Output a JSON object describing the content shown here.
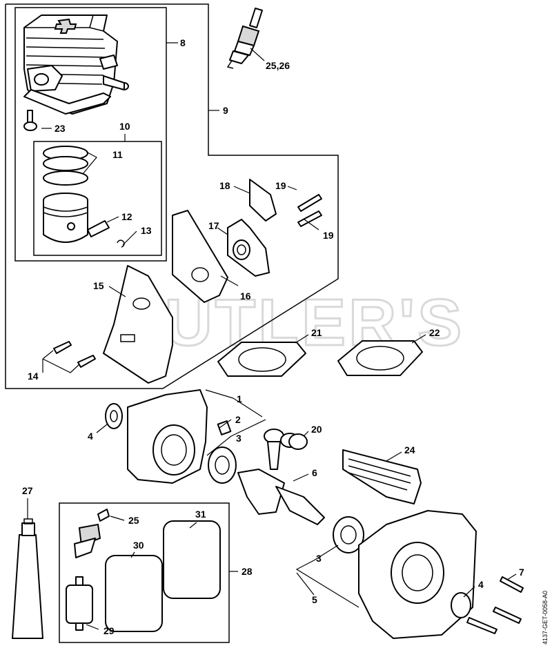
{
  "watermark": "CUTLER'S",
  "drawing_code": "4137-GET-0058-A0",
  "callouts": {
    "c1": "1",
    "c2": "2",
    "c3a": "3",
    "c3b": "3",
    "c4a": "4",
    "c4b": "4",
    "c5": "5",
    "c6": "6",
    "c7": "7",
    "c8": "8",
    "c9": "9",
    "c10": "10",
    "c11": "11",
    "c12": "12",
    "c13": "13",
    "c14": "14",
    "c15": "15",
    "c16": "16",
    "c17": "17",
    "c18": "18",
    "c19a": "19",
    "c19b": "19",
    "c20": "20",
    "c21": "21",
    "c22": "22",
    "c23": "23",
    "c24": "24",
    "c25a": "25,26",
    "c25b": "25",
    "c27": "27",
    "c28": "28",
    "c29": "29",
    "c30": "30",
    "c31": "31"
  }
}
